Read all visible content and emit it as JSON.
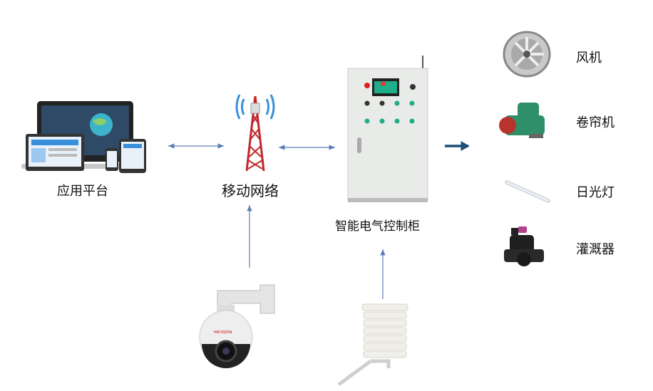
{
  "nodes": {
    "platform": "应用平台",
    "network": "移动网络",
    "cabinet": "智能电气控制柜"
  },
  "devices": [
    {
      "label": "风机",
      "icon": "fan-icon"
    },
    {
      "label": "卷帘机",
      "icon": "roller-motor-icon"
    },
    {
      "label": "日光灯",
      "icon": "fluorescent-lamp-icon"
    },
    {
      "label": "灌溉器",
      "icon": "irrigation-valve-icon"
    }
  ],
  "camera_logo": "HIKVISION",
  "colors": {
    "arrow": "#5b7fb5",
    "thick_arrow": "#1f4e79",
    "screen": "#1fae8a"
  }
}
